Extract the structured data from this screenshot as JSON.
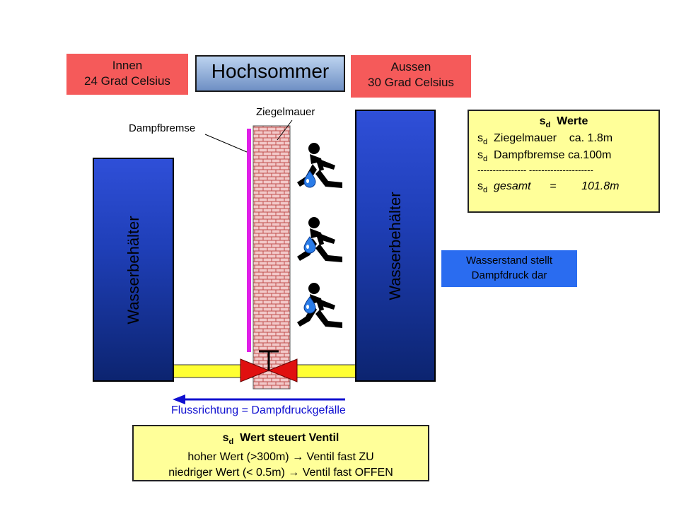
{
  "inside": {
    "line1": "Innen",
    "line2": "24 Grad Celsius"
  },
  "title": "Hochsommer",
  "outside": {
    "line1": "Aussen",
    "line2": "30 Grad Celsius"
  },
  "labels": {
    "brick_wall": "Ziegelmauer",
    "vapor_barrier": "Dampfbremse",
    "tank_left": "Wasserbehälter",
    "tank_right": "Wasserbehälter",
    "flow": "Flussrichtung = Dampfdruckgefälle"
  },
  "water_level_note": {
    "line1": "Wasserstand stellt",
    "line2": "Dampfdruck dar"
  },
  "sd_values": {
    "title_s": "s",
    "title_sub": "d",
    "title_rest": "Werte",
    "rows": [
      {
        "s": "s",
        "sub": "d",
        "name": "Ziegelmauer",
        "value": "ca. 1.8m"
      },
      {
        "s": "s",
        "sub": "d",
        "name": "Dampfbremse",
        "value": "ca.100m"
      }
    ],
    "separator": "---------------- ---------------------",
    "total": {
      "s": "s",
      "sub": "d",
      "name": "gesamt",
      "eq": "=",
      "value": "101.8m"
    }
  },
  "valve_control": {
    "title_s": "s",
    "title_sub": "d",
    "title_rest": "Wert  steuert Ventil",
    "line1": "hoher  Wert  (>300m) → Ventil  fast ZU",
    "line2": "niedriger  Wert  (< 0.5m) →  Ventil  fast OFFEN"
  },
  "colors": {
    "tank_blue": "#1f3fb8",
    "red_box": "#f55a5a",
    "yellow_box": "#ffff99",
    "vapor_barrier": "#e01ee8",
    "pipe": "#ffff33",
    "valve": "#e01010",
    "arrow": "#1010d0"
  },
  "icons": [
    "running-person-icon",
    "water-drop-icon",
    "brick-pattern"
  ]
}
